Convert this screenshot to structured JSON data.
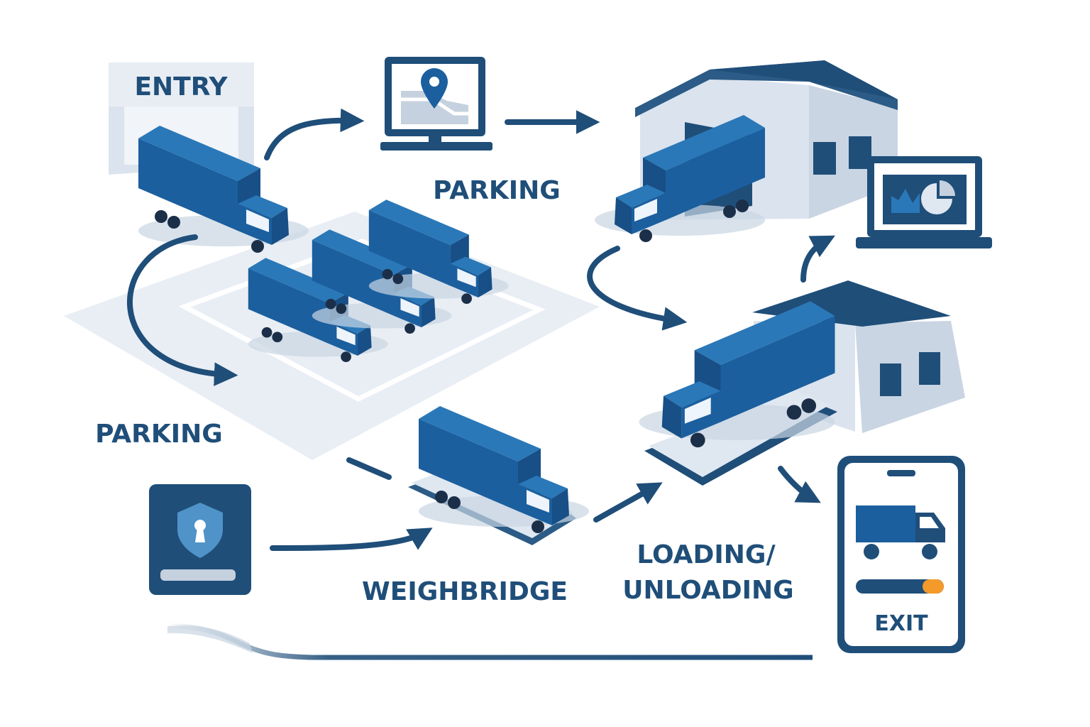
{
  "labels": {
    "entry": "ENTRY",
    "parking_top": "PARKING",
    "parking_left": "PARKING",
    "weighbridge": "WEIGHBRIDGE",
    "loading_line1": "LOADING/",
    "loading_line2": "UNLOADING",
    "exit": "EXIT"
  },
  "icons": {
    "map_monitor": "map-pin-monitor-icon",
    "security": "shield-keyhole-icon",
    "laptop": "analytics-laptop-icon",
    "phone": "truck-phone-icon"
  },
  "colors": {
    "primary": "#1f4e79",
    "truck_blue": "#1b5f9e",
    "truck_light": "#2a78b8",
    "surface": "#dfe7f1",
    "wall": "#dbe3ee",
    "accent": "#f39a2b"
  }
}
